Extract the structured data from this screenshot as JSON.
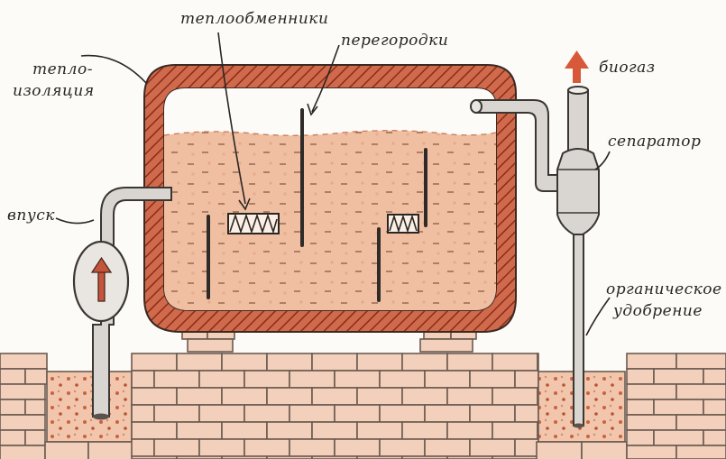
{
  "labels": {
    "heat_exchangers": "теплообменники",
    "partitions": "перегородки",
    "biogas": "биогаз",
    "insulation_line1": "тепло-",
    "insulation_line2": "изоляция",
    "inlet": "впуск",
    "separator": "сепаратор",
    "fertilizer_line1": "органическое",
    "fertilizer_line2": "удобрение"
  },
  "colors": {
    "insulation_wall": "#d06a4d",
    "insulation_hatch": "#8a2c17",
    "slurry": "#f0bfa2",
    "brick_fill": "#f3d0bb",
    "brick_mortar": "#6b5a50",
    "pipe_metal": "#d9d6d2",
    "biogas_arrow": "#d8583a",
    "ink": "#2a2622"
  },
  "icons": {
    "biogas_arrow": "arrow-up-icon",
    "inlet_arrow": "arrow-up-icon"
  }
}
